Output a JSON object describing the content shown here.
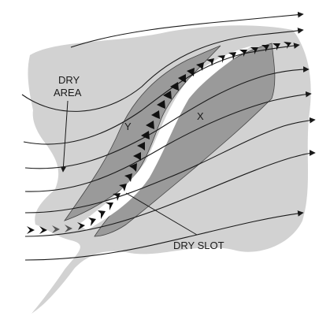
{
  "labels": {
    "dry_area_line1": "DRY",
    "dry_area_line2": "AREA",
    "y": "Y",
    "x": "X",
    "dry_slot": "DRY SLOT"
  },
  "colors": {
    "background": "#ffffff",
    "light_gray_region": "#d2d2d2",
    "dark_gray_band": "#9a9a9a",
    "band_outline": "#444444",
    "lines": "#1a1a1a",
    "white_slot": "#ffffff"
  }
}
